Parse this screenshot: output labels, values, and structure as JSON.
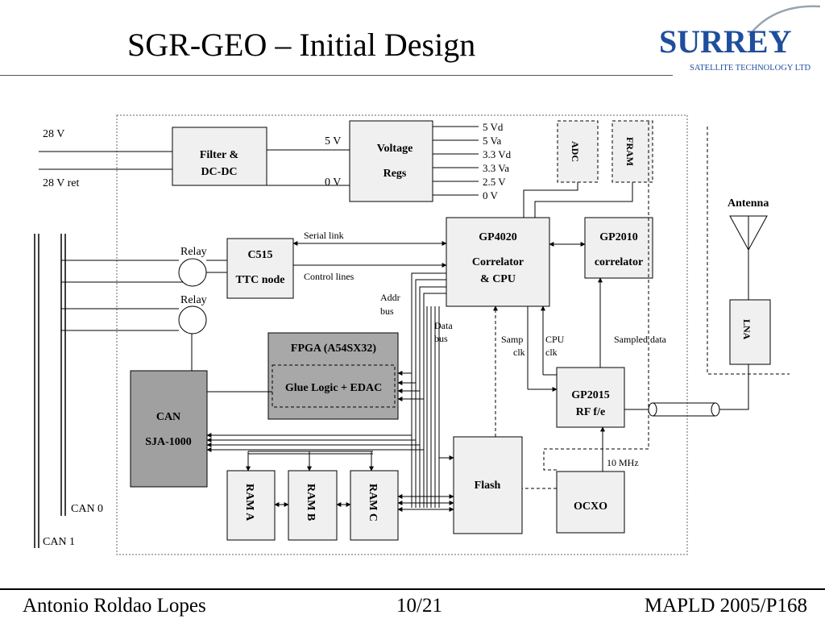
{
  "slide": {
    "title": "SGR-GEO – Initial Design",
    "footer_left": "Antonio Roldao Lopes",
    "footer_center": "10/21",
    "footer_right": "MAPLD 2005/P168"
  },
  "logo": {
    "name": "SURREY",
    "subtitle": "SATELLITE TECHNOLOGY LTD",
    "colors": {
      "primary": "#1f4e9c",
      "swoosh": "#9aa3ad"
    }
  },
  "diagram": {
    "power": {
      "input_label": "28 V",
      "return_label": "28 V ret",
      "filter_line1": "Filter &",
      "filter_line2": "DC-DC",
      "out_5v": "5 V",
      "out_0v": "0 V",
      "regs_line1": "Voltage",
      "regs_line2": "Regs",
      "rails": [
        "5 Vd",
        "5 Va",
        "3.3 Vd",
        "3.3 Va",
        "2.5 V",
        "0 V"
      ]
    },
    "memory_aux": {
      "adc": "ADC",
      "fram": "FRAM"
    },
    "ttc": {
      "relay_label": "Relay",
      "line1": "C515",
      "line2": "TTC node",
      "serial_link": "Serial link",
      "control_lines": "Control lines"
    },
    "gp4020": {
      "line1": "GP4020",
      "line2": "Correlator",
      "line3": "& CPU"
    },
    "gp2010": {
      "line1": "GP2010",
      "line2": "correlator"
    },
    "bus_labels": {
      "addr1": "Addr",
      "addr2": "bus",
      "data1": "Data",
      "data2": "bus",
      "samp1": "Samp",
      "samp2": "clk",
      "cpu1": "CPU",
      "cpu2": "clk",
      "sampled": "Sampled data",
      "mhz": "10 MHz"
    },
    "fpga": {
      "title": "FPGA (A54SX32)",
      "glue": "Glue Logic + EDAC"
    },
    "can": {
      "line1": "CAN",
      "line2": "SJA-1000",
      "bus0": "CAN 0",
      "bus1": "CAN 1"
    },
    "rams": [
      "RAM  A",
      "RAM  B",
      "RAM  C"
    ],
    "flash": "Flash",
    "ocxo": "OCXO",
    "gp2015": {
      "line1": "GP2015",
      "line2": "RF f/e"
    },
    "antenna": "Antenna",
    "lna": "LNA",
    "colors": {
      "block": "#f0f0f0",
      "dark_block": "#a0a0a0",
      "fpga": "#a8a8a8"
    }
  }
}
